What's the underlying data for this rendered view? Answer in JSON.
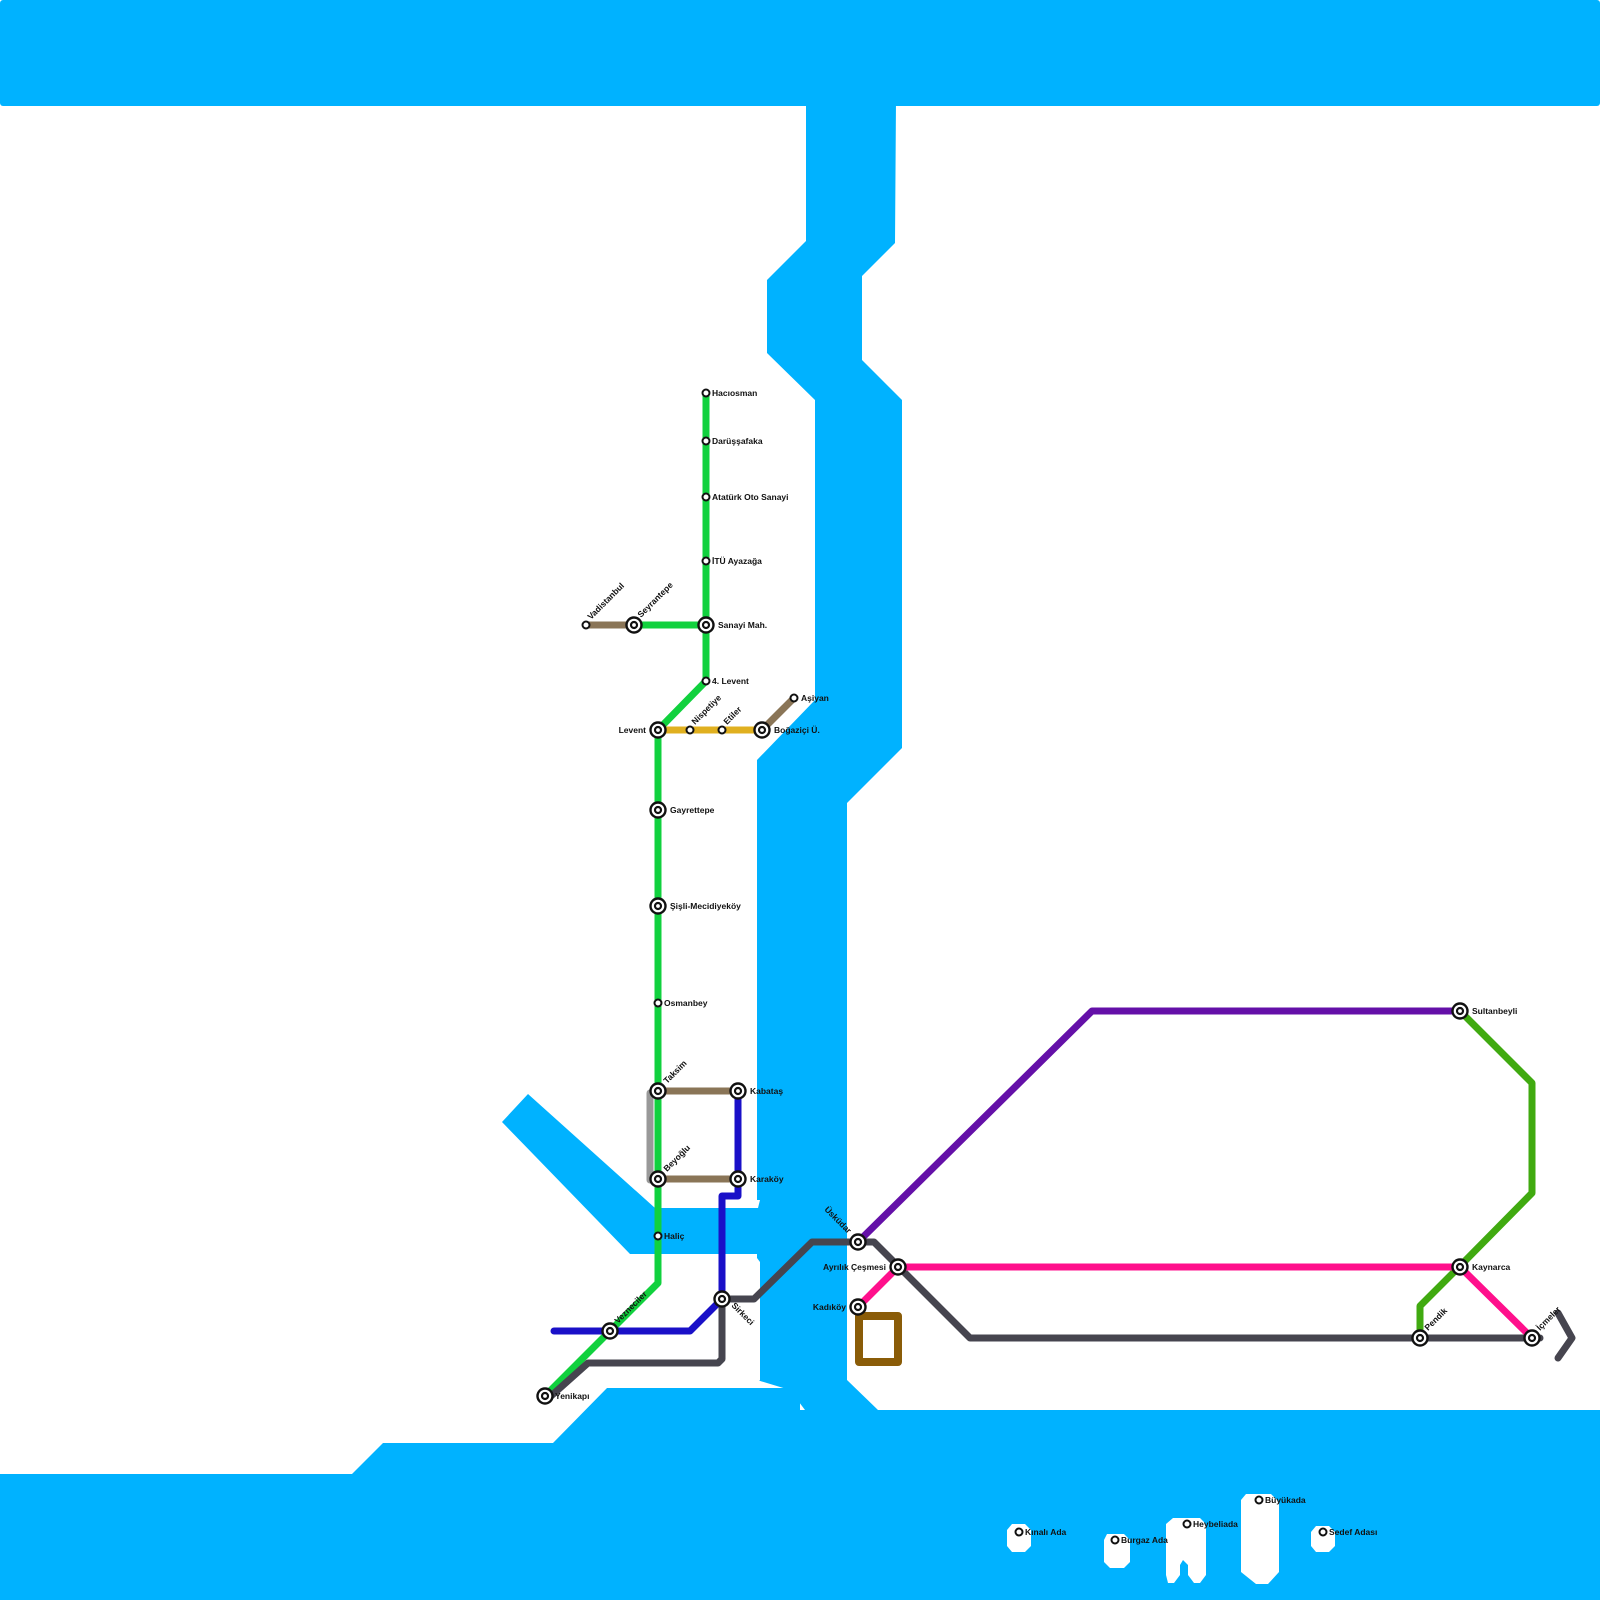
{
  "colors": {
    "water": "#00b2ff",
    "land": "#ffffff",
    "m2": "#11d13e",
    "brown_line": "#8a7557",
    "gold_line": "#e0b020",
    "blue_line": "#1a10c8",
    "dark_line": "#46454f",
    "purple_line": "#6410a8",
    "green2_line": "#40aa10",
    "pink_line": "#ff108c",
    "loop_line": "#8a5c08",
    "grey_link": "#999999"
  },
  "stations": {
    "hacıosman": "Hacıosman",
    "darussafaka": "Darüşşafaka",
    "ataturk_oto_sanayi": "Atatürk Oto Sanayi",
    "itu_ayazaga": "İTÜ Ayazağa",
    "sanayi_mah": "Sanayi Mah.",
    "levent4": "4. Levent",
    "levent": "Levent",
    "gayrettepe": "Gayrettepe",
    "sisli": "Şişli-Mecidiyeköy",
    "osmanbey": "Osmanbey",
    "taksim": "Taksim",
    "beyoglu": "Beyoğlu",
    "halic": "Haliç",
    "vezneciler": "Vezneciler",
    "yenikapi": "Yenikapı",
    "vadistanbul": "Vadistanbul",
    "seyrantepe": "Seyrantepe",
    "nispetiye": "Nispetiye",
    "etiler": "Etiler",
    "bogazici": "Boğaziçi Ü.",
    "asiyan": "Aşiyan",
    "kabatas": "Kabataş",
    "karakoy": "Karaköy",
    "sirkeci": "Sirkeci",
    "uskudar": "Üsküdar",
    "ayrilik": "Ayrılık Çeşmesi",
    "kadikoy": "Kadıköy",
    "sultanbeyli": "Sultanbeyli",
    "kaynarca": "Kaynarca",
    "pendik": "Pendik",
    "icmeler": "İçmeler",
    "kinali": "Kınalı Ada",
    "burgaz": "Burgaz Ada",
    "heybeliada": "Heybeliada",
    "buyukada": "Büyükada",
    "sedef": "Sedef Adası"
  }
}
